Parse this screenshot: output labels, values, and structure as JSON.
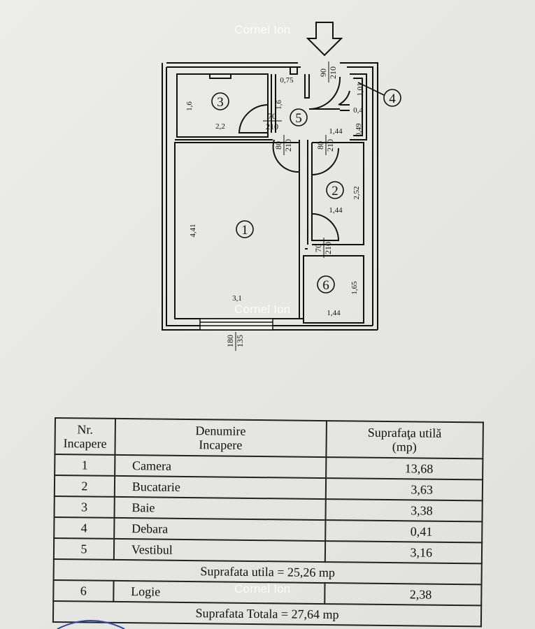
{
  "watermark": "Cornel Ion",
  "plan": {
    "rooms": [
      {
        "no": "1",
        "width": "3,1",
        "height": "4,41"
      },
      {
        "no": "2",
        "width": "1,44",
        "height": "2,52"
      },
      {
        "no": "3",
        "width": "2,2",
        "height": "1,6"
      },
      {
        "no": "4",
        "width": "0,4",
        "height": "1,01"
      },
      {
        "no": "5",
        "width": "1,44",
        "height": "1,6"
      },
      {
        "no": "6",
        "width": "1,44",
        "height": "1,65"
      }
    ],
    "extra_dims": {
      "top_wall": "0,75",
      "closet_side": "0,49"
    },
    "doors": {
      "entrance": {
        "w": "90",
        "h": "210"
      },
      "bath": {
        "w": "70",
        "h": "210"
      },
      "room": {
        "w": "80",
        "h": "210"
      },
      "kitchen": {
        "w": "80",
        "h": "210"
      },
      "loggia": {
        "w": "70",
        "h": "210"
      }
    },
    "window": {
      "w": "180",
      "h": "135"
    }
  },
  "table": {
    "headers": {
      "nr_line1": "Nr.",
      "nr_line2": "Incapere",
      "name_line1": "Denumire",
      "name_line2": "Incapere",
      "area_line1": "Suprafaţa utilă",
      "area_line2": "(mp)"
    },
    "rows": [
      {
        "nr": "1",
        "name": "Camera",
        "area": "13,68"
      },
      {
        "nr": "2",
        "name": "Bucatarie",
        "area": "3,63"
      },
      {
        "nr": "3",
        "name": "Baie",
        "area": "3,38"
      },
      {
        "nr": "4",
        "name": "Debara",
        "area": "0,41"
      },
      {
        "nr": "5",
        "name": "Vestibul",
        "area": "3,16"
      }
    ],
    "subtotal": "Suprafata  utila = 25,26 mp",
    "loggia": {
      "nr": "6",
      "name": "Logie",
      "area": "2,38"
    },
    "total": "Suprafata  Totala = 27,64 mp"
  }
}
